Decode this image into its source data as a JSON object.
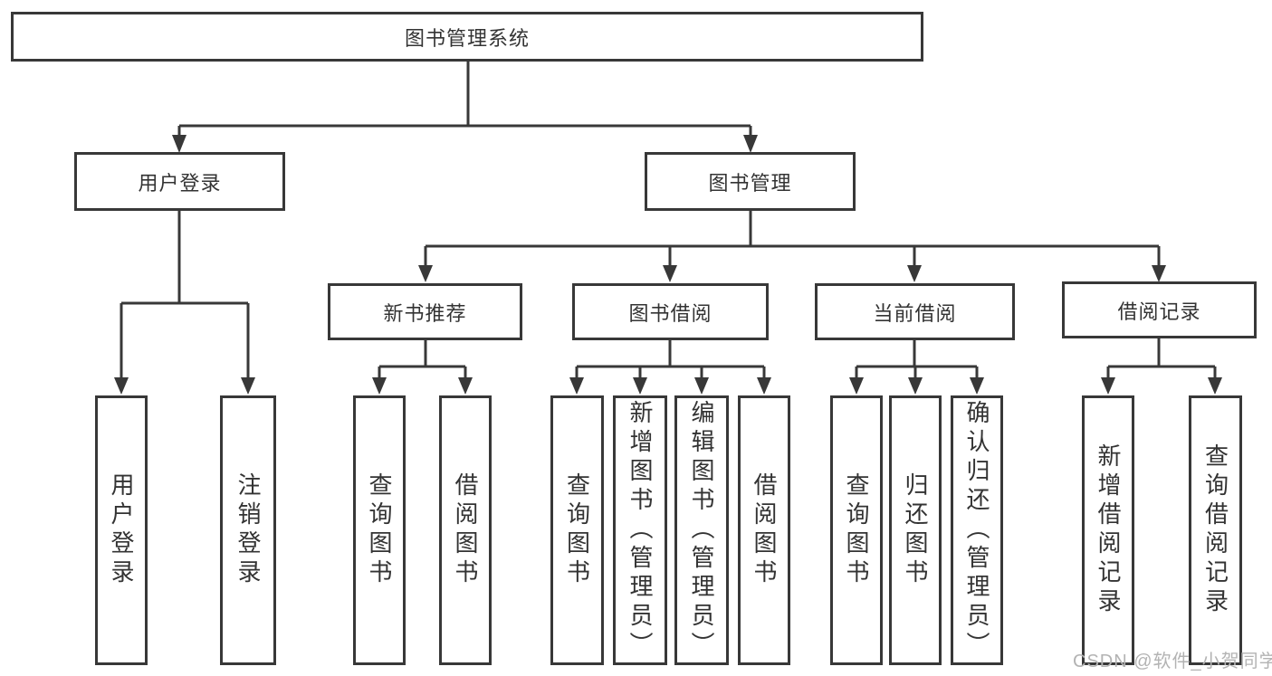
{
  "diagram": {
    "title": "图书管理系统",
    "nodes": {
      "root": "图书管理系统",
      "user_login": "用户登录",
      "book_management": "图书管理",
      "new_book_recommend": "新书推荐",
      "book_borrow": "图书借阅",
      "current_borrow": "当前借阅",
      "borrow_records": "借阅记录",
      "leaves": {
        "user_login": [
          "用户登录",
          "注销登录"
        ],
        "new_book_recommend": [
          "查询图书",
          "借阅图书"
        ],
        "book_borrow": [
          "查询图书",
          "新增图书（管理员）",
          "编辑图书（管理员）",
          "借阅图书"
        ],
        "current_borrow": [
          "查询图书",
          "归还图书",
          "确认归还（管理员）"
        ],
        "borrow_records": [
          "新增借阅记录",
          "查询借阅记录"
        ]
      }
    }
  },
  "watermark": "CSDN @软件_小贺同学",
  "colors": {
    "line": "#383838",
    "box_border": "#383838",
    "text": "#333333",
    "watermark": "#b3b3b3",
    "background": "#ffffff"
  }
}
